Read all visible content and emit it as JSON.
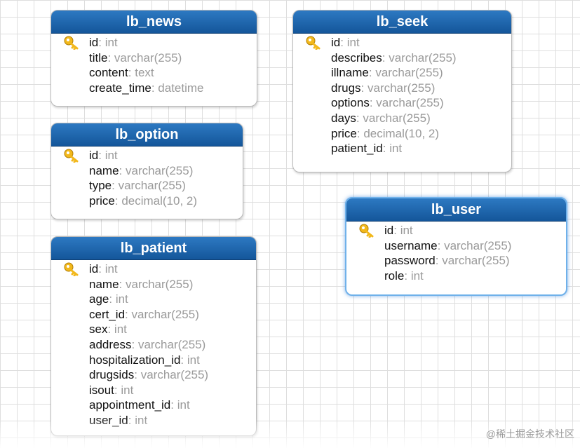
{
  "tables": [
    {
      "id": "news",
      "name": "lb_news",
      "fields": [
        {
          "name": "id",
          "type": "int",
          "key": true
        },
        {
          "name": "title",
          "type": "varchar(255)"
        },
        {
          "name": "content",
          "type": "text"
        },
        {
          "name": "create_time",
          "type": "datetime"
        }
      ]
    },
    {
      "id": "option",
      "name": "lb_option",
      "fields": [
        {
          "name": "id",
          "type": "int",
          "key": true
        },
        {
          "name": "name",
          "type": "varchar(255)"
        },
        {
          "name": "type",
          "type": "varchar(255)"
        },
        {
          "name": "price",
          "type": "decimal(10, 2)"
        }
      ]
    },
    {
      "id": "patient",
      "name": "lb_patient",
      "fields": [
        {
          "name": "id",
          "type": "int",
          "key": true
        },
        {
          "name": "name",
          "type": "varchar(255)"
        },
        {
          "name": "age",
          "type": "int"
        },
        {
          "name": "cert_id",
          "type": "varchar(255)"
        },
        {
          "name": "sex",
          "type": "int"
        },
        {
          "name": "address",
          "type": "varchar(255)"
        },
        {
          "name": "hospitalization_id",
          "type": "int"
        },
        {
          "name": "drugsids",
          "type": "varchar(255)"
        },
        {
          "name": "isout",
          "type": "int"
        },
        {
          "name": "appointment_id",
          "type": "int"
        },
        {
          "name": "user_id",
          "type": "int"
        }
      ]
    },
    {
      "id": "seek",
      "name": "lb_seek",
      "fields": [
        {
          "name": "id",
          "type": "int",
          "key": true
        },
        {
          "name": "describes",
          "type": "varchar(255)"
        },
        {
          "name": "illname",
          "type": "varchar(255)"
        },
        {
          "name": "drugs",
          "type": "varchar(255)"
        },
        {
          "name": "options",
          "type": "varchar(255)"
        },
        {
          "name": "days",
          "type": "varchar(255)"
        },
        {
          "name": "price",
          "type": "decimal(10, 2)"
        },
        {
          "name": "patient_id",
          "type": "int"
        }
      ]
    },
    {
      "id": "user",
      "name": "lb_user",
      "selected": true,
      "fields": [
        {
          "name": "id",
          "type": "int",
          "key": true
        },
        {
          "name": "username",
          "type": "varchar(255)"
        },
        {
          "name": "password",
          "type": "varchar(255)"
        },
        {
          "name": "role",
          "type": "int"
        }
      ]
    }
  ],
  "watermark": "@稀土掘金技术社区",
  "colors": {
    "header": "#1a61a8",
    "key": "#f2b81b",
    "field_type": "#9a9a9a"
  }
}
